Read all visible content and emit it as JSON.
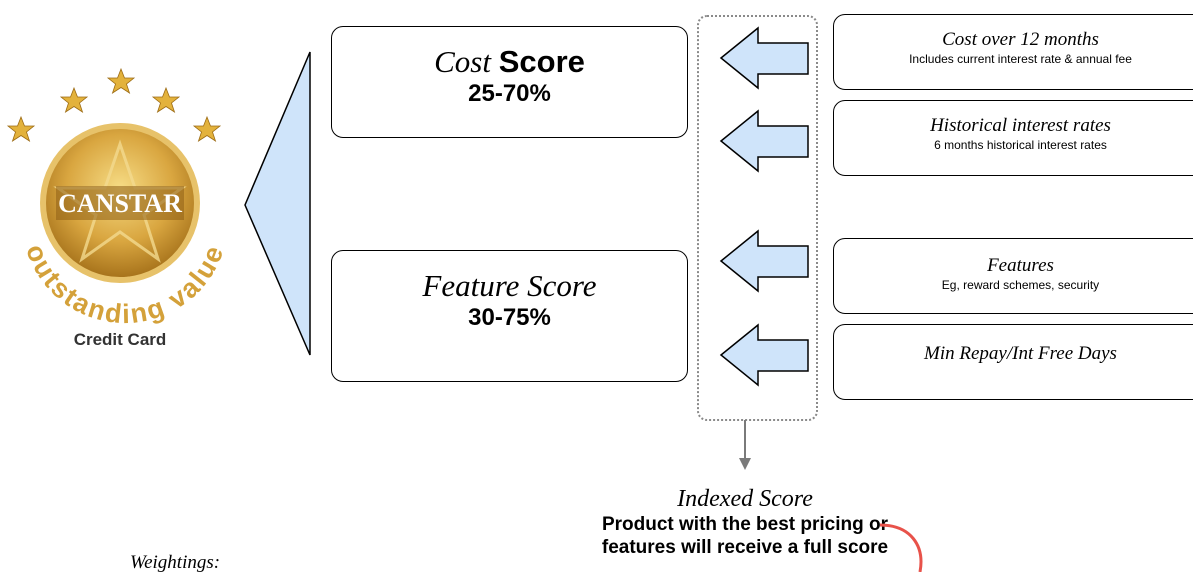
{
  "logo": {
    "brand": "CANSTAR",
    "arc_text": "outstanding value",
    "caption": "Credit Card",
    "colors": {
      "gold": "#c9962e",
      "gold_light": "#f4d97a",
      "text_gold": "#d4a13a"
    }
  },
  "cost_score": {
    "title_italic": "Cost",
    "title_bold": "Score",
    "range": "25-70%"
  },
  "feature_score": {
    "title": "Feature Score",
    "range": "30-75%"
  },
  "factors": [
    {
      "title": "Cost over 12 months",
      "subtitle": "Includes current interest rate & annual fee"
    },
    {
      "title": "Historical interest rates",
      "subtitle": "6 months historical interest rates"
    },
    {
      "title": "Features",
      "subtitle": "Eg, reward schemes, security"
    },
    {
      "title": "Min Repay/Int Free Days",
      "subtitle": ""
    }
  ],
  "indexed": {
    "title": "Indexed Score",
    "line1": "Product with the best pricing or",
    "line2": "features will receive a full score"
  },
  "weightings_label": "Weightings:",
  "colors": {
    "arrow_fill": "#cfe4fa",
    "triangle_fill": "#cfe4fa",
    "dotted_border": "#8a8a8a",
    "watermark": "#e8524a"
  }
}
